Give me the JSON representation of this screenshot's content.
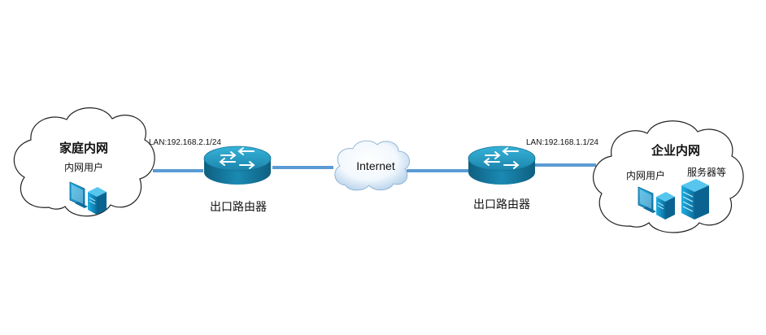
{
  "home_network": {
    "title": "家庭内网",
    "user_label": "内网用户",
    "lan_label": "LAN:192.168.2.1/24"
  },
  "internet": {
    "label": "Internet"
  },
  "enterprise_network": {
    "title": "企业内网",
    "user_label": "内网用户",
    "server_label": "服务器等",
    "lan_label": "LAN:192.168.1.1/24"
  },
  "router_left": {
    "label": "出口路由器"
  },
  "router_right": {
    "label": "出口路由器"
  },
  "colors": {
    "link": "#5b9bd5",
    "router": "#1f8fb4",
    "device": "#1aa0d4",
    "cloud_stroke": "#222222"
  }
}
